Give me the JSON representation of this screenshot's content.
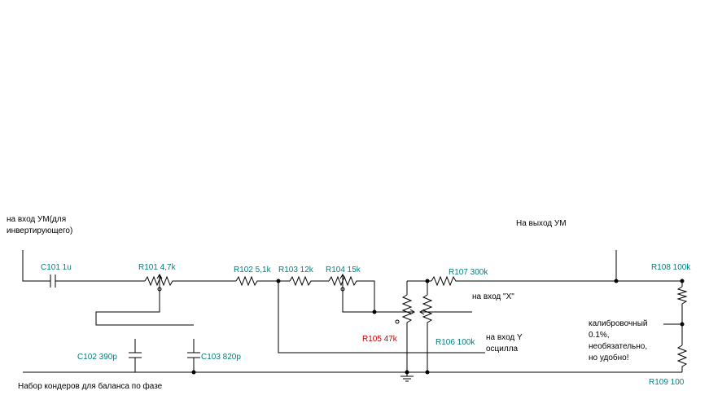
{
  "labels": {
    "input_um": "на вход УМ(для",
    "input_um_2": "инвертирующего)",
    "output_um": "На выход УМ",
    "c101": "C101 1u",
    "r101": "R101 4,7k",
    "r102": "R102 5,1k",
    "r103": "R103 12k",
    "r104": "R104 15k",
    "r107": "R107 300k",
    "r108": "R108 100k",
    "input_x": "на вход \"X\"",
    "r105": "R105 47k",
    "r106": "R106 100k",
    "input_y": "на вход Y",
    "osc": "осцилла",
    "calib_1": "калибровочный",
    "calib_2": "0.1%,",
    "calib_3": "необязательно,",
    "calib_4": "но удобно!",
    "c102": "C102 390p",
    "c103": "C103 820p",
    "r109": "R109 100",
    "caps_note": "Набор кондеров для баланса по фазе"
  },
  "colors": {
    "wire": "#000000",
    "component": "#008080",
    "highlight": "#cc0000"
  }
}
